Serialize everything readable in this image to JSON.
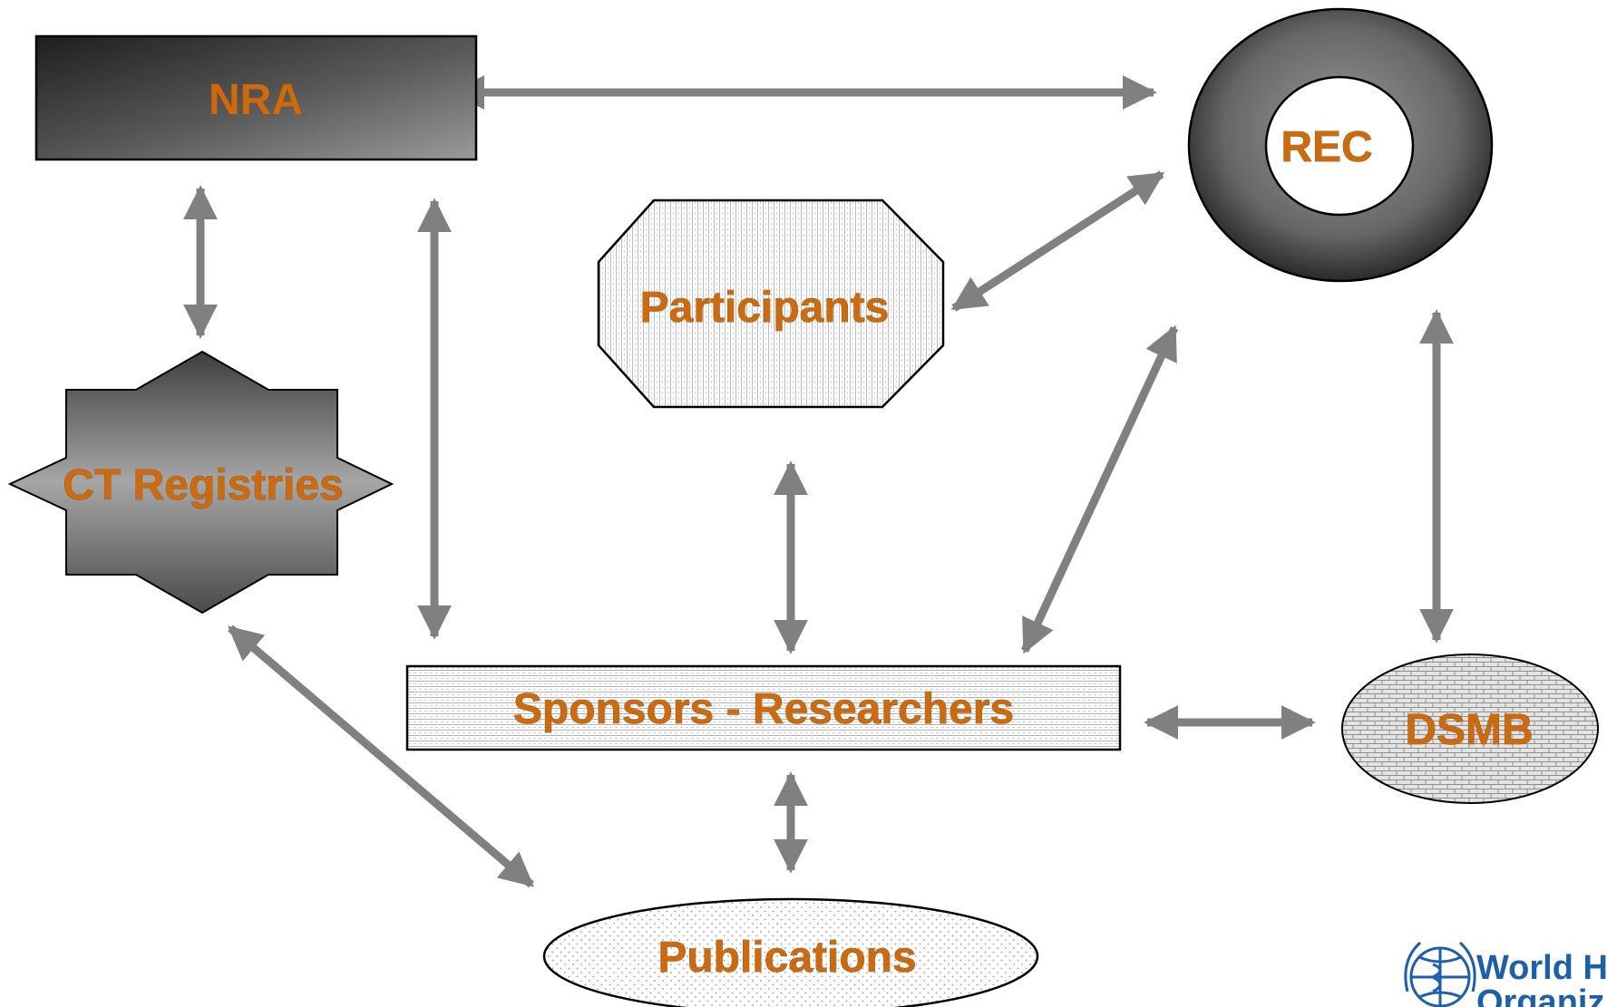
{
  "nodes": {
    "nra": "NRA",
    "rec": "REC",
    "participants": "Participants",
    "ct_registries": "CT Registries",
    "sponsors": "Sponsors - Researchers",
    "dsmb": "DSMB",
    "publications": "Publications"
  },
  "logo": {
    "line1": "World H",
    "line2": "Organiz"
  },
  "colors": {
    "label": "#cc6a10",
    "arrow": "#808080",
    "logo": "#1d5fa8"
  },
  "icons": {
    "logo": "who-emblem-icon"
  }
}
